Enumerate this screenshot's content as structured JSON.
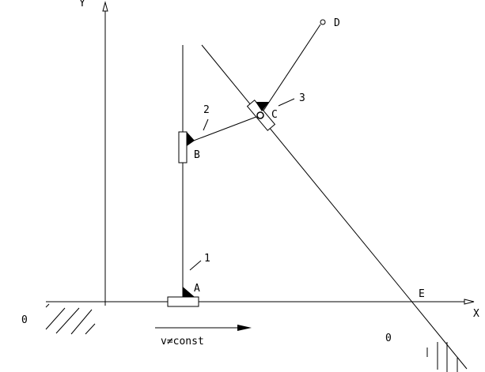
{
  "labels": {
    "y_axis": "Y",
    "x_axis": "X",
    "point_a": "A",
    "point_b": "B",
    "point_c": "C",
    "point_d": "D",
    "point_e": "E",
    "link_1": "1",
    "link_2": "2",
    "link_3": "3",
    "ground_left": "0",
    "ground_right": "0",
    "velocity": "v≠const"
  },
  "colors": {
    "line": "#000000",
    "background": "#ffffff"
  }
}
